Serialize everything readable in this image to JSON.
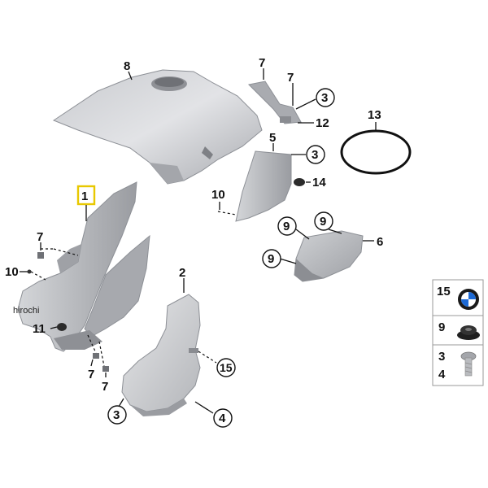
{
  "callouts": {
    "c1": "1",
    "c2": "2",
    "c3a": "3",
    "c3b": "3",
    "c3c": "3",
    "c4": "4",
    "c5": "5",
    "c6": "6",
    "c7a": "7",
    "c7b": "7",
    "c7c": "7",
    "c7d": "7",
    "c7e": "7",
    "c8": "8",
    "c9a": "9",
    "c9b": "9",
    "c9c": "9",
    "c10a": "10",
    "c10b": "10",
    "c11": "11",
    "c12": "12",
    "c13": "13",
    "c14": "14",
    "c15": "15"
  },
  "legend": {
    "item15": "15",
    "item9": "9",
    "item3": "3",
    "item4": "4"
  },
  "watermark": "hirochi",
  "colors": {
    "highlight": "#e8c800",
    "part_light": "#d9dadd",
    "part_mid": "#b7b9bd",
    "part_dark": "#8e9095"
  }
}
